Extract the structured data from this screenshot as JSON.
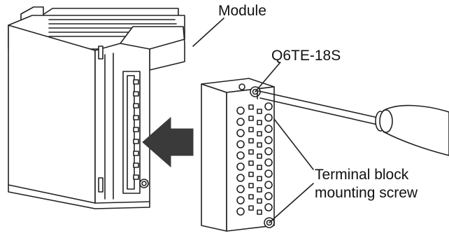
{
  "labels": {
    "module": "Module",
    "terminal_model": "Q6TE-18S",
    "screw_line1": "Terminal block",
    "screw_line2": "mounting screw"
  },
  "colors": {
    "line": "#222222",
    "arrow": "#3a3a3a",
    "background": "#ffffff"
  },
  "icons": {
    "insert_direction": "insert-arrow-icon",
    "tool": "screwdriver-icon"
  }
}
